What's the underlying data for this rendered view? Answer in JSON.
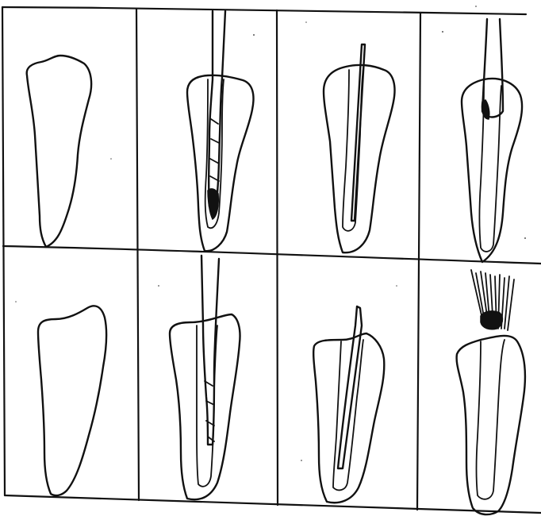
{
  "figure": {
    "rows": 2,
    "columns": 4,
    "background_color": "#ffffff",
    "ink_color": "#111111",
    "panels": [
      {
        "row": 1,
        "column": 1,
        "content": "tooth-outline"
      },
      {
        "row": 1,
        "column": 2,
        "content": "tooth-with-instrument"
      },
      {
        "row": 1,
        "column": 3,
        "content": "tooth-with-thin-file"
      },
      {
        "row": 1,
        "column": 4,
        "content": "tooth-with-gutta-percha-cone"
      },
      {
        "row": 2,
        "column": 1,
        "content": "tooth-outline"
      },
      {
        "row": 2,
        "column": 2,
        "content": "tooth-with-instrument"
      },
      {
        "row": 2,
        "column": 3,
        "content": "tooth-with-tapered-point"
      },
      {
        "row": 2,
        "column": 4,
        "content": "tooth-with-brush-end-cone"
      }
    ]
  }
}
